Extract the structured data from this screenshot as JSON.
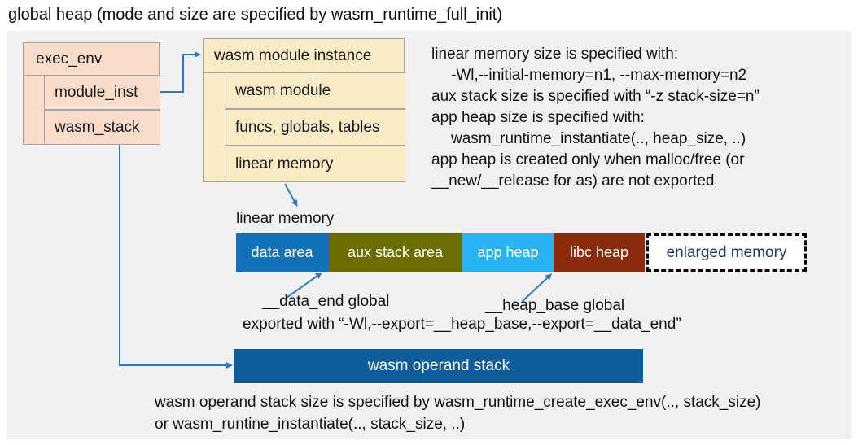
{
  "title": "global heap (mode and size are specified by wasm_runtime_full_init)",
  "colors": {
    "arrow": "#2e79bf",
    "canvas_bg": "#f1f1f2",
    "exec_env_fill": "#fadccb",
    "module_instance_fill": "#faebc7",
    "operand_stack_fill": "#0e5c9a"
  },
  "boxes": {
    "exec_env": {
      "header": "exec_env",
      "rows": [
        "module_inst",
        "wasm_stack"
      ]
    },
    "module_instance": {
      "header": "wasm module instance",
      "rows": [
        "wasm module",
        "funcs, globals, tables",
        "linear memory"
      ]
    }
  },
  "notes": {
    "lines": [
      "linear memory size is specified with:",
      "-Wl,--initial-memory=n1, --max-memory=n2",
      "aux stack size is specified with “-z stack-size=n”",
      "app heap size is specified with:",
      "wasm_runtime_instantiate(.., heap_size, ..)",
      "app heap is created only when malloc/free (or",
      "__new/__release for as) are not exported"
    ]
  },
  "linear_memory": {
    "label": "linear memory",
    "segments": [
      {
        "label": "data area",
        "color": "#1272b9",
        "text_color": "#ffffff"
      },
      {
        "label": "aux stack area",
        "color": "#6a6e00",
        "text_color": "#ffffff"
      },
      {
        "label": "app heap",
        "color": "#29b3f2",
        "text_color": "#ffffff"
      },
      {
        "label": "libc heap",
        "color": "#8b2b0d",
        "text_color": "#ffffff"
      },
      {
        "label": "enlarged memory",
        "color": "#ffffff",
        "text_color": "#1f3864"
      }
    ]
  },
  "annotations": {
    "data_end": "__data_end global",
    "heap_base": "__heap_base global",
    "exported": "exported with “-Wl,--export=__heap_base,--export=__data_end”"
  },
  "operand_stack": {
    "label": "wasm operand stack"
  },
  "footer": {
    "line1": "wasm operand stack size is specified by wasm_runtime_create_exec_env(.., stack_size)",
    "line2": "or wasm_runtine_instantiate(.., stack_size, ..)"
  }
}
